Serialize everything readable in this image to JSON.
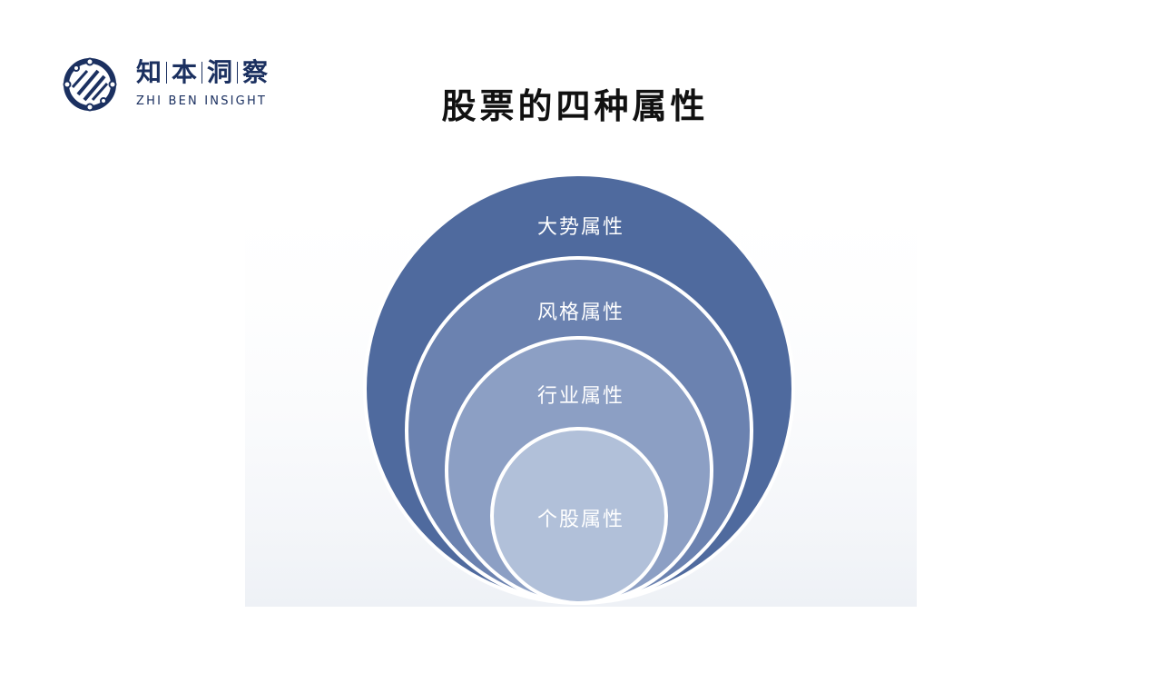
{
  "brand": {
    "chars": [
      "知",
      "本",
      "洞",
      "察"
    ],
    "english": "ZHI BEN INSIGHT",
    "icon": "circuit-globe-icon",
    "color": "#1b3060"
  },
  "title": "股票的四种属性",
  "diagram": {
    "type": "nested-circles",
    "rings": [
      {
        "label": "大势属性",
        "color": "#4f6a9e"
      },
      {
        "label": "风格属性",
        "color": "#6b82b0"
      },
      {
        "label": "行业属性",
        "color": "#8c9fc4"
      },
      {
        "label": "个股属性",
        "color": "#b1c0d9"
      }
    ]
  }
}
